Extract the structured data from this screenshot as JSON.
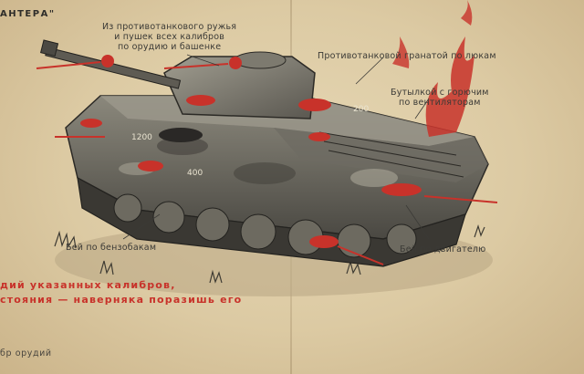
{
  "title": "АНТЕРА\"",
  "annotations": {
    "rifle_fire": [
      "Из противотанкового ружья",
      "и пушек всех калибров",
      "по орудию и башенке"
    ],
    "hatch_grenades": "Противотанковой гранатой по люкам",
    "fuel_bottles": [
      "Бутылкой с горючим",
      "по вентиляторам"
    ],
    "fuel_tank_hit": "Бей по бензобакам",
    "engine_hit": "Бей по двигателю"
  },
  "distances": [
    "200",
    "1200",
    "400"
  ],
  "slogan": [
    "дий указанных калибров,",
    "стояния — наверняка поразишь его"
  ],
  "bottom_caption": "бр орудий",
  "colors": {
    "paper": "#dccaa3",
    "ink": "#3b3a36",
    "red": "#c8322a"
  }
}
